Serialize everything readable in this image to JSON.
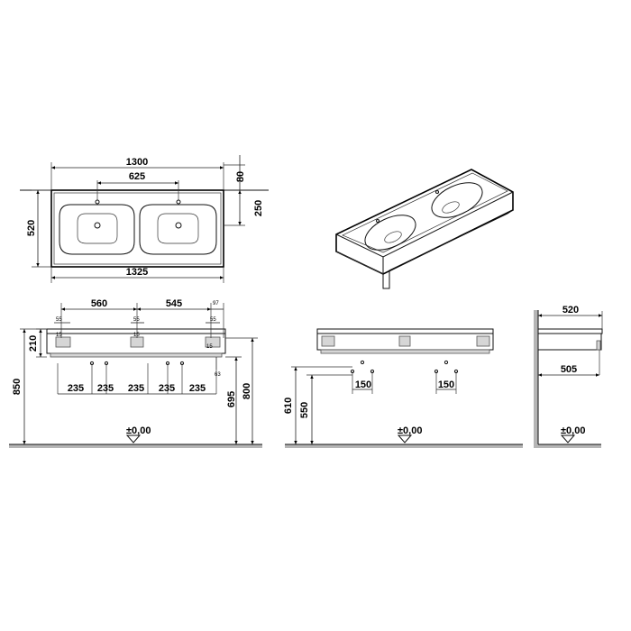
{
  "top_view": {
    "overall_width": "1300",
    "tap_hole_spacing": "625",
    "rear_setback": "80",
    "basin_depth_offset": "250",
    "depth": "520",
    "outer_width": "1325"
  },
  "front_view": {
    "trap_spacing_left": "560",
    "trap_spacing_right": "545",
    "right_edge_offset": "97",
    "bracket_left_a": "55",
    "bracket_left_b": "15",
    "bracket_center_a": "55",
    "bracket_center_b": "15",
    "bracket_right_a": "55",
    "bracket_right_b": "15",
    "drawer_height": "210",
    "bottom_offset": "63",
    "hole_spacings": [
      "235",
      "235",
      "235",
      "235",
      "235"
    ],
    "total_height": "850",
    "height_mid": "695",
    "height_lower": "800",
    "floor_label": "±0,00"
  },
  "middle_view": {
    "spacing_left": "150",
    "spacing_right": "150",
    "height_upper": "610",
    "height_lower": "550",
    "floor_label": "±0,00"
  },
  "side_view": {
    "depth": "520",
    "inner_depth": "505",
    "floor_label": "±0,00"
  }
}
